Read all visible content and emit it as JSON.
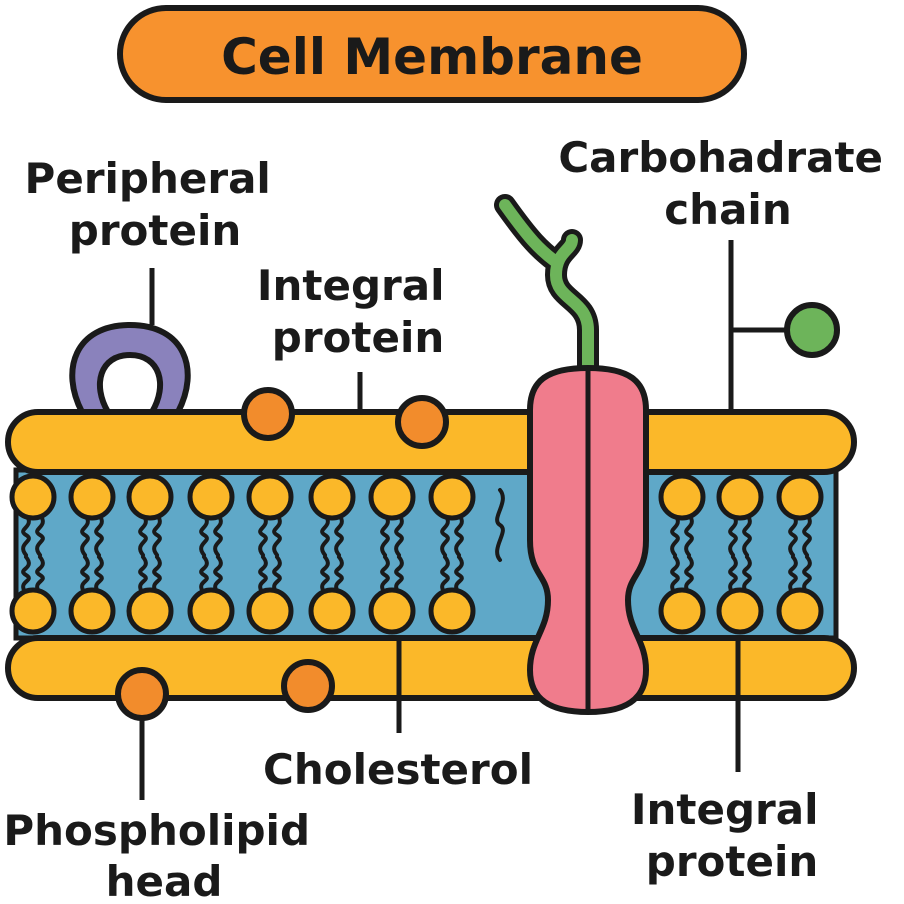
{
  "title": "Cell Membrane",
  "labels": {
    "peripheral_protein": [
      "Peripheral",
      "protein"
    ],
    "integral_protein_top": [
      "Integral",
      "protein"
    ],
    "carbohydrate_chain": [
      "Carbohadrate",
      "chain"
    ],
    "cholesterol": "Cholesterol",
    "phospholipid_head": [
      "Phospholipid",
      "head"
    ],
    "integral_protein_bottom": [
      "Integral",
      "protein"
    ]
  },
  "colors": {
    "title_bg": "#F7922E",
    "outline": "#1a1a1a",
    "leaflet": "#FBB829",
    "head": "#FBB829",
    "core": "#5FA8C8",
    "cholesterol": "#F28C2C",
    "peripheral": "#8A82BC",
    "integral": "#F07C8C",
    "carbohydrate": "#6DB45A"
  }
}
